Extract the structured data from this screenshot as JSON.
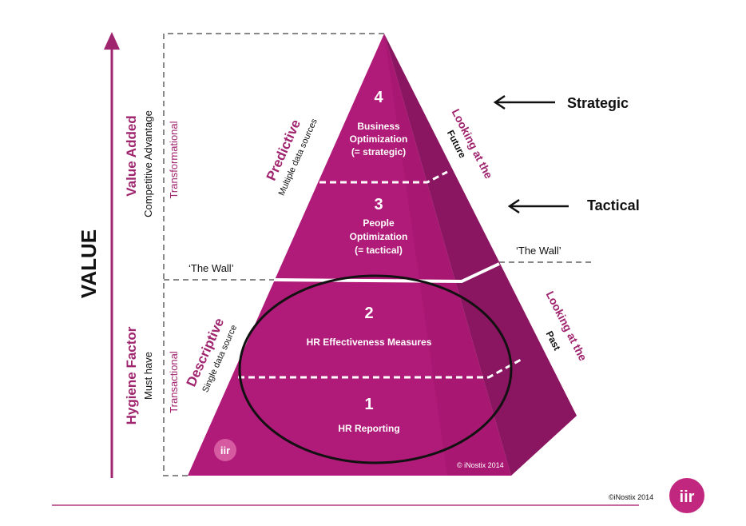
{
  "axis": {
    "label": "VALUE"
  },
  "left_labels": {
    "value_added": "Value Added",
    "competitive_advantage": "Competitive Advantage",
    "transformational": "Transformational",
    "hygiene_factor": "Hygiene Factor",
    "must_have": "Must have",
    "transactional": "Transactional"
  },
  "wall_left": "‘The Wall’",
  "wall_right": "‘The Wall’",
  "side_labels": {
    "predictive": "Predictive",
    "multiple_sources": "Multiple data sources",
    "descriptive": "Descriptive",
    "single_source": "Single data source",
    "looking_future_1": "Looking at the",
    "looking_future_2": "Future",
    "looking_past_1": "Looking at the",
    "looking_past_2": "Past"
  },
  "levels": [
    {
      "number": "1",
      "lines": [
        "HR Reporting"
      ]
    },
    {
      "number": "2",
      "lines": [
        "HR Effectiveness Measures"
      ]
    },
    {
      "number": "3",
      "lines": [
        "People",
        "Optimization",
        "(= tactical)"
      ]
    },
    {
      "number": "4",
      "lines": [
        "Business",
        "Optimization",
        "(= strategic)"
      ]
    }
  ],
  "arrows": {
    "strategic": "Strategic",
    "tactical": "Tactical"
  },
  "copyright_inner": "© iNostix 2014",
  "copyright_footer": "©iNostix 2014",
  "logo_text": "iir",
  "colors": {
    "magenta": "#a0256f",
    "pyramid_front": "#b01a78",
    "pyramid_side": "#8a1560"
  }
}
